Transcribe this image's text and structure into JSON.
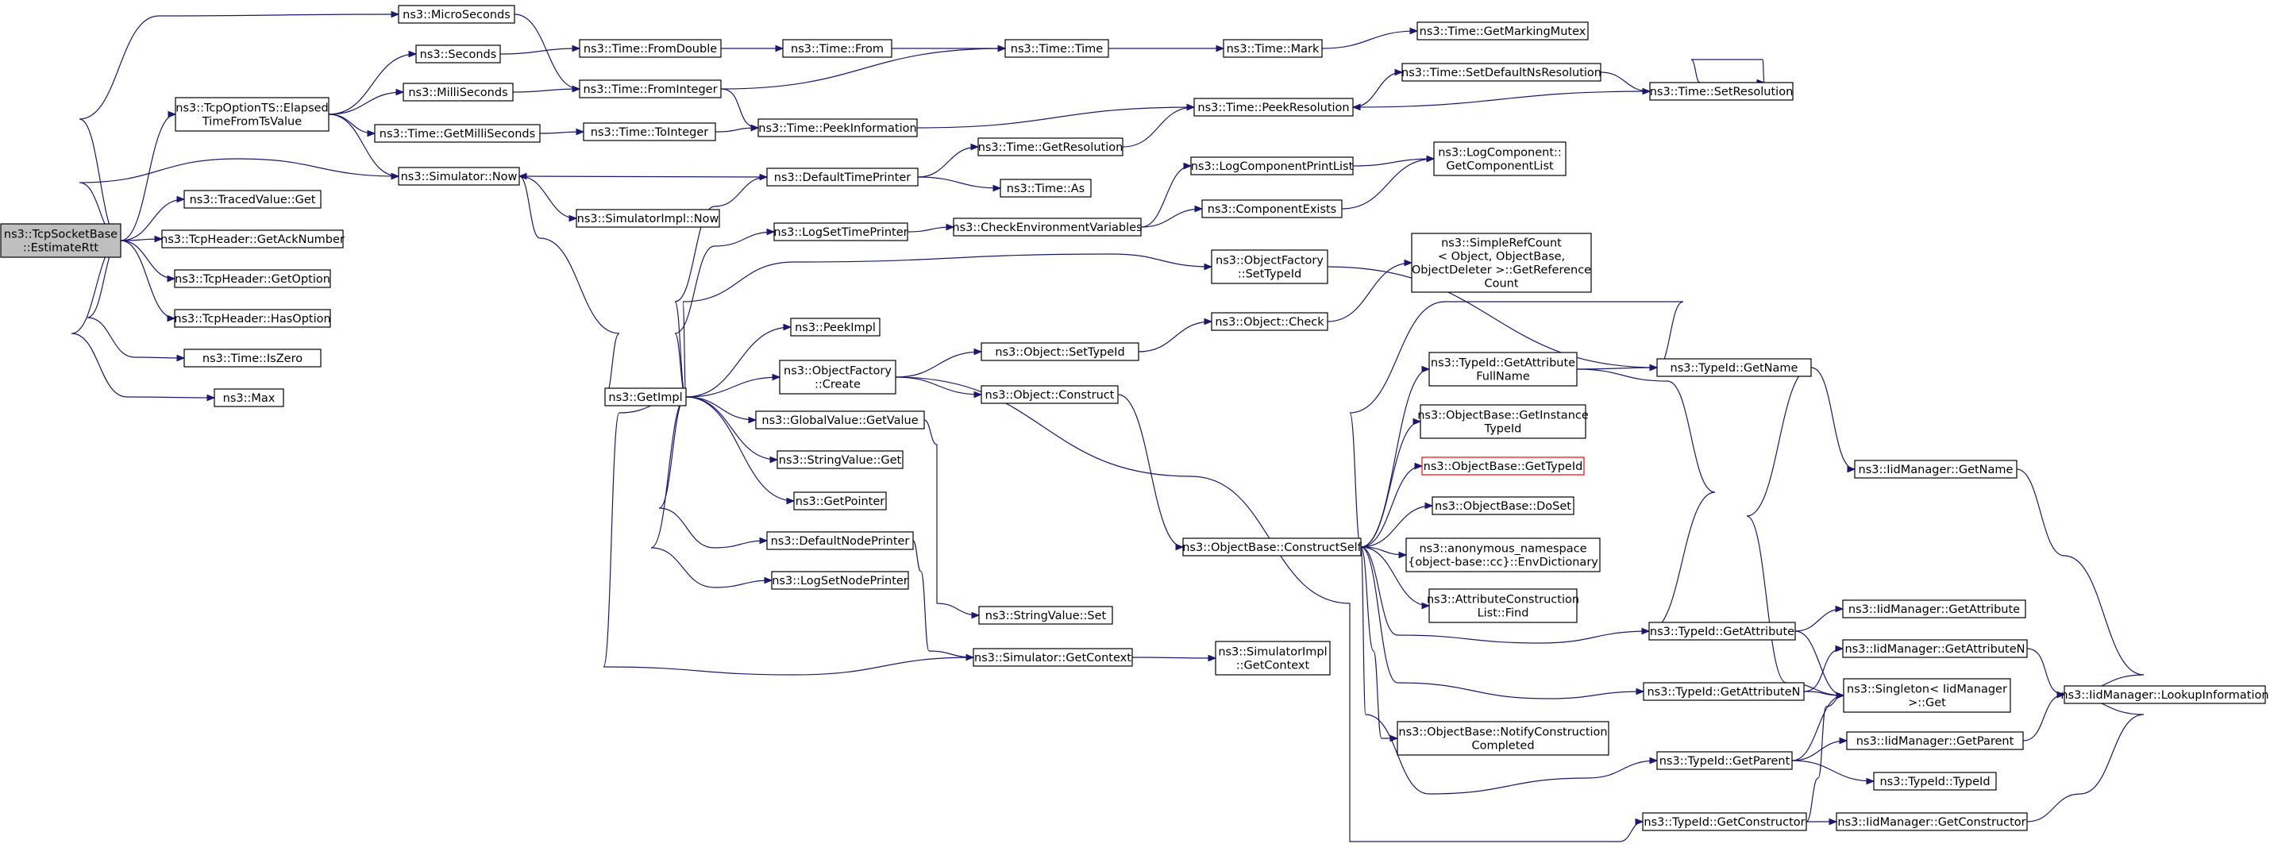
{
  "graph": {
    "direction": "left-to-right",
    "colors": {
      "edge": "#191970",
      "node_border": "#000000",
      "root_fill": "#bfbfbf",
      "truncated_border": "#ff0000"
    },
    "root": "root",
    "nodes": [
      {
        "id": "root",
        "label": [
          "ns3::TcpSocketBase",
          "::EstimateRtt"
        ]
      },
      {
        "id": "microseconds",
        "label": [
          "ns3::MicroSeconds"
        ]
      },
      {
        "id": "elapsed",
        "label": [
          "ns3::TcpOptionTS::Elapsed",
          "TimeFromTsValue"
        ]
      },
      {
        "id": "now",
        "label": [
          "ns3::Simulator::Now"
        ]
      },
      {
        "id": "tracedget",
        "label": [
          "ns3::TracedValue::Get"
        ]
      },
      {
        "id": "getacknumber",
        "label": [
          "ns3::TcpHeader::GetAckNumber"
        ]
      },
      {
        "id": "getoption",
        "label": [
          "ns3::TcpHeader::GetOption"
        ]
      },
      {
        "id": "hasoption",
        "label": [
          "ns3::TcpHeader::HasOption"
        ]
      },
      {
        "id": "iszero",
        "label": [
          "ns3::Time::IsZero"
        ]
      },
      {
        "id": "max",
        "label": [
          "ns3::Max"
        ]
      },
      {
        "id": "seconds",
        "label": [
          "ns3::Seconds"
        ]
      },
      {
        "id": "milliseconds",
        "label": [
          "ns3::MilliSeconds"
        ]
      },
      {
        "id": "getmilliseconds",
        "label": [
          "ns3::Time::GetMilliSeconds"
        ]
      },
      {
        "id": "fromdouble",
        "label": [
          "ns3::Time::FromDouble"
        ]
      },
      {
        "id": "frominteger",
        "label": [
          "ns3::Time::FromInteger"
        ]
      },
      {
        "id": "tointeger",
        "label": [
          "ns3::Time::ToInteger"
        ]
      },
      {
        "id": "from",
        "label": [
          "ns3::Time::From"
        ]
      },
      {
        "id": "timetime",
        "label": [
          "ns3::Time::Time"
        ]
      },
      {
        "id": "peekinformation",
        "label": [
          "ns3::Time::PeekInformation"
        ]
      },
      {
        "id": "mark",
        "label": [
          "ns3::Time::Mark"
        ]
      },
      {
        "id": "getmarkingmutex",
        "label": [
          "ns3::Time::GetMarkingMutex"
        ]
      },
      {
        "id": "setdefaultns",
        "label": [
          "ns3::Time::SetDefaultNsResolution"
        ]
      },
      {
        "id": "setresolution",
        "label": [
          "ns3::Time::SetResolution"
        ]
      },
      {
        "id": "peekresolution",
        "label": [
          "ns3::Time::PeekResolution"
        ]
      },
      {
        "id": "getresolution",
        "label": [
          "ns3::Time::GetResolution"
        ]
      },
      {
        "id": "simimplnow",
        "label": [
          "ns3::SimulatorImpl::Now"
        ]
      },
      {
        "id": "defaulttimeprinter",
        "label": [
          "ns3::DefaultTimePrinter"
        ]
      },
      {
        "id": "timeas",
        "label": [
          "ns3::Time::As"
        ]
      },
      {
        "id": "logsettimeprinter",
        "label": [
          "ns3::LogSetTimePrinter"
        ]
      },
      {
        "id": "checkenv",
        "label": [
          "ns3::CheckEnvironmentVariables"
        ]
      },
      {
        "id": "logcompprintlist",
        "label": [
          "ns3::LogComponentPrintList"
        ]
      },
      {
        "id": "componentexists",
        "label": [
          "ns3::ComponentExists"
        ]
      },
      {
        "id": "getcomponentlist",
        "label": [
          "ns3::LogComponent::",
          "GetComponentList"
        ]
      },
      {
        "id": "objfactorysettypeid",
        "label": [
          "ns3::ObjectFactory",
          "::SetTypeId"
        ]
      },
      {
        "id": "simplerefcount",
        "label": [
          "ns3::SimpleRefCount",
          "< Object, ObjectBase,",
          "ObjectDeleter >::GetReference",
          "Count"
        ]
      },
      {
        "id": "getimpl",
        "label": [
          "ns3::GetImpl"
        ]
      },
      {
        "id": "peekimpl",
        "label": [
          "ns3::PeekImpl"
        ]
      },
      {
        "id": "objfactorycreate",
        "label": [
          "ns3::ObjectFactory",
          "::Create"
        ]
      },
      {
        "id": "objectsettypeid",
        "label": [
          "ns3::Object::SetTypeId"
        ]
      },
      {
        "id": "objectcheck",
        "label": [
          "ns3::Object::Check"
        ]
      },
      {
        "id": "objectconstruct",
        "label": [
          "ns3::Object::Construct"
        ]
      },
      {
        "id": "globalvalueget",
        "label": [
          "ns3::GlobalValue::GetValue"
        ]
      },
      {
        "id": "stringvalueget",
        "label": [
          "ns3::StringValue::Get"
        ]
      },
      {
        "id": "getpointer",
        "label": [
          "ns3::GetPointer"
        ]
      },
      {
        "id": "defaultnodeprinter",
        "label": [
          "ns3::DefaultNodePrinter"
        ]
      },
      {
        "id": "logsetnodeprinter",
        "label": [
          "ns3::LogSetNodePrinter"
        ]
      },
      {
        "id": "stringvalueset",
        "label": [
          "ns3::StringValue::Set"
        ]
      },
      {
        "id": "getcontext",
        "label": [
          "ns3::Simulator::GetContext"
        ]
      },
      {
        "id": "simimplgetcontext",
        "label": [
          "ns3::SimulatorImpl",
          "::GetContext"
        ]
      },
      {
        "id": "constructself",
        "label": [
          "ns3::ObjectBase::ConstructSelf"
        ]
      },
      {
        "id": "getattrfullname",
        "label": [
          "ns3::TypeId::GetAttribute",
          "FullName"
        ]
      },
      {
        "id": "getinstancetypeid",
        "label": [
          "ns3::ObjectBase::GetInstance",
          "TypeId"
        ]
      },
      {
        "id": "objbasegettypeid",
        "label": [
          "ns3::ObjectBase::GetTypeId"
        ],
        "truncated": true
      },
      {
        "id": "doset",
        "label": [
          "ns3::ObjectBase::DoSet"
        ]
      },
      {
        "id": "envdictionary",
        "label": [
          "ns3::anonymous_namespace",
          "{object-base::cc}::EnvDictionary"
        ]
      },
      {
        "id": "attrconstructionfind",
        "label": [
          "ns3::AttributeConstruction",
          "List::Find"
        ]
      },
      {
        "id": "notifyconstruction",
        "label": [
          "ns3::ObjectBase::NotifyConstruction",
          "Completed"
        ]
      },
      {
        "id": "typeidgetname",
        "label": [
          "ns3::TypeId::GetName"
        ]
      },
      {
        "id": "iidgetname",
        "label": [
          "ns3::IidManager::GetName"
        ]
      },
      {
        "id": "typeidgetattribute",
        "label": [
          "ns3::TypeId::GetAttribute"
        ]
      },
      {
        "id": "iidgetattribute",
        "label": [
          "ns3::IidManager::GetAttribute"
        ]
      },
      {
        "id": "typeidgetattributen",
        "label": [
          "ns3::TypeId::GetAttributeN"
        ]
      },
      {
        "id": "iidgetattributen",
        "label": [
          "ns3::IidManager::GetAttributeN"
        ]
      },
      {
        "id": "singletonget",
        "label": [
          "ns3::Singleton< IidManager",
          ">::Get"
        ]
      },
      {
        "id": "typeidgetparent",
        "label": [
          "ns3::TypeId::GetParent"
        ]
      },
      {
        "id": "iidgetparent",
        "label": [
          "ns3::IidManager::GetParent"
        ]
      },
      {
        "id": "typeidtypeid",
        "label": [
          "ns3::TypeId::TypeId"
        ]
      },
      {
        "id": "typeidgetconstructor",
        "label": [
          "ns3::TypeId::GetConstructor"
        ]
      },
      {
        "id": "iidgetconstructor",
        "label": [
          "ns3::IidManager::GetConstructor"
        ]
      },
      {
        "id": "lookupinformation",
        "label": [
          "ns3::IidManager::LookupInformation"
        ]
      }
    ],
    "edges": [
      [
        "root",
        "microseconds"
      ],
      [
        "root",
        "elapsed"
      ],
      [
        "root",
        "now"
      ],
      [
        "root",
        "tracedget"
      ],
      [
        "root",
        "getacknumber"
      ],
      [
        "root",
        "getoption"
      ],
      [
        "root",
        "hasoption"
      ],
      [
        "root",
        "iszero"
      ],
      [
        "root",
        "max"
      ],
      [
        "microseconds",
        "frominteger"
      ],
      [
        "elapsed",
        "seconds"
      ],
      [
        "elapsed",
        "milliseconds"
      ],
      [
        "elapsed",
        "getmilliseconds"
      ],
      [
        "elapsed",
        "now"
      ],
      [
        "seconds",
        "fromdouble"
      ],
      [
        "milliseconds",
        "frominteger"
      ],
      [
        "getmilliseconds",
        "tointeger"
      ],
      [
        "fromdouble",
        "from"
      ],
      [
        "from",
        "timetime"
      ],
      [
        "frominteger",
        "timetime"
      ],
      [
        "frominteger",
        "peekinformation"
      ],
      [
        "tointeger",
        "peekinformation"
      ],
      [
        "timetime",
        "mark"
      ],
      [
        "mark",
        "getmarkingmutex"
      ],
      [
        "peekinformation",
        "peekresolution"
      ],
      [
        "peekresolution",
        "setdefaultns"
      ],
      [
        "setdefaultns",
        "setresolution"
      ],
      [
        "setresolution",
        "peekresolution"
      ],
      [
        "setresolution",
        "setresolution"
      ],
      [
        "now",
        "simimplnow"
      ],
      [
        "now",
        "getimpl"
      ],
      [
        "defaulttimeprinter",
        "now"
      ],
      [
        "defaulttimeprinter",
        "getresolution"
      ],
      [
        "defaulttimeprinter",
        "timeas"
      ],
      [
        "getresolution",
        "peekresolution"
      ],
      [
        "getimpl",
        "defaulttimeprinter"
      ],
      [
        "getimpl",
        "logsettimeprinter"
      ],
      [
        "getimpl",
        "objfactorysettypeid"
      ],
      [
        "getimpl",
        "peekimpl"
      ],
      [
        "getimpl",
        "objfactorycreate"
      ],
      [
        "getimpl",
        "globalvalueget"
      ],
      [
        "getimpl",
        "stringvalueget"
      ],
      [
        "getimpl",
        "getpointer"
      ],
      [
        "getimpl",
        "defaultnodeprinter"
      ],
      [
        "getimpl",
        "logsetnodeprinter"
      ],
      [
        "logsettimeprinter",
        "checkenv"
      ],
      [
        "checkenv",
        "logcompprintlist"
      ],
      [
        "checkenv",
        "componentexists"
      ],
      [
        "logcompprintlist",
        "getcomponentlist"
      ],
      [
        "componentexists",
        "getcomponentlist"
      ],
      [
        "objfactorysettypeid",
        "typeidgetname"
      ],
      [
        "objfactorycreate",
        "objectsettypeid"
      ],
      [
        "objfactorycreate",
        "objectconstruct"
      ],
      [
        "objfactorycreate",
        "typeidgetconstructor"
      ],
      [
        "objectsettypeid",
        "objectcheck"
      ],
      [
        "objectcheck",
        "simplerefcount"
      ],
      [
        "objectconstruct",
        "constructself"
      ],
      [
        "globalvalueget",
        "stringvalueset"
      ],
      [
        "defaultnodeprinter",
        "getcontext"
      ],
      [
        "getcontext",
        "getimpl"
      ],
      [
        "getcontext",
        "simimplgetcontext"
      ],
      [
        "constructself",
        "getattrfullname"
      ],
      [
        "constructself",
        "getinstancetypeid"
      ],
      [
        "constructself",
        "objbasegettypeid"
      ],
      [
        "constructself",
        "doset"
      ],
      [
        "constructself",
        "envdictionary"
      ],
      [
        "constructself",
        "attrconstructionfind"
      ],
      [
        "constructself",
        "notifyconstruction"
      ],
      [
        "constructself",
        "typeidgetname"
      ],
      [
        "constructself",
        "typeidgetattribute"
      ],
      [
        "constructself",
        "typeidgetattributen"
      ],
      [
        "constructself",
        "typeidgetparent"
      ],
      [
        "getattrfullname",
        "typeidgetname"
      ],
      [
        "getattrfullname",
        "typeidgetattribute"
      ],
      [
        "typeidgetname",
        "iidgetname"
      ],
      [
        "typeidgetname",
        "singletonget"
      ],
      [
        "iidgetname",
        "lookupinformation"
      ],
      [
        "typeidgetattribute",
        "iidgetattribute"
      ],
      [
        "typeidgetattribute",
        "singletonget"
      ],
      [
        "typeidgetattributen",
        "iidgetattributen"
      ],
      [
        "typeidgetattributen",
        "singletonget"
      ],
      [
        "iidgetattributen",
        "lookupinformation"
      ],
      [
        "typeidgetparent",
        "iidgetparent"
      ],
      [
        "typeidgetparent",
        "typeidtypeid"
      ],
      [
        "typeidgetparent",
        "singletonget"
      ],
      [
        "iidgetparent",
        "lookupinformation"
      ],
      [
        "typeidgetconstructor",
        "iidgetconstructor"
      ],
      [
        "typeidgetconstructor",
        "singletonget"
      ],
      [
        "iidgetconstructor",
        "lookupinformation"
      ]
    ]
  }
}
